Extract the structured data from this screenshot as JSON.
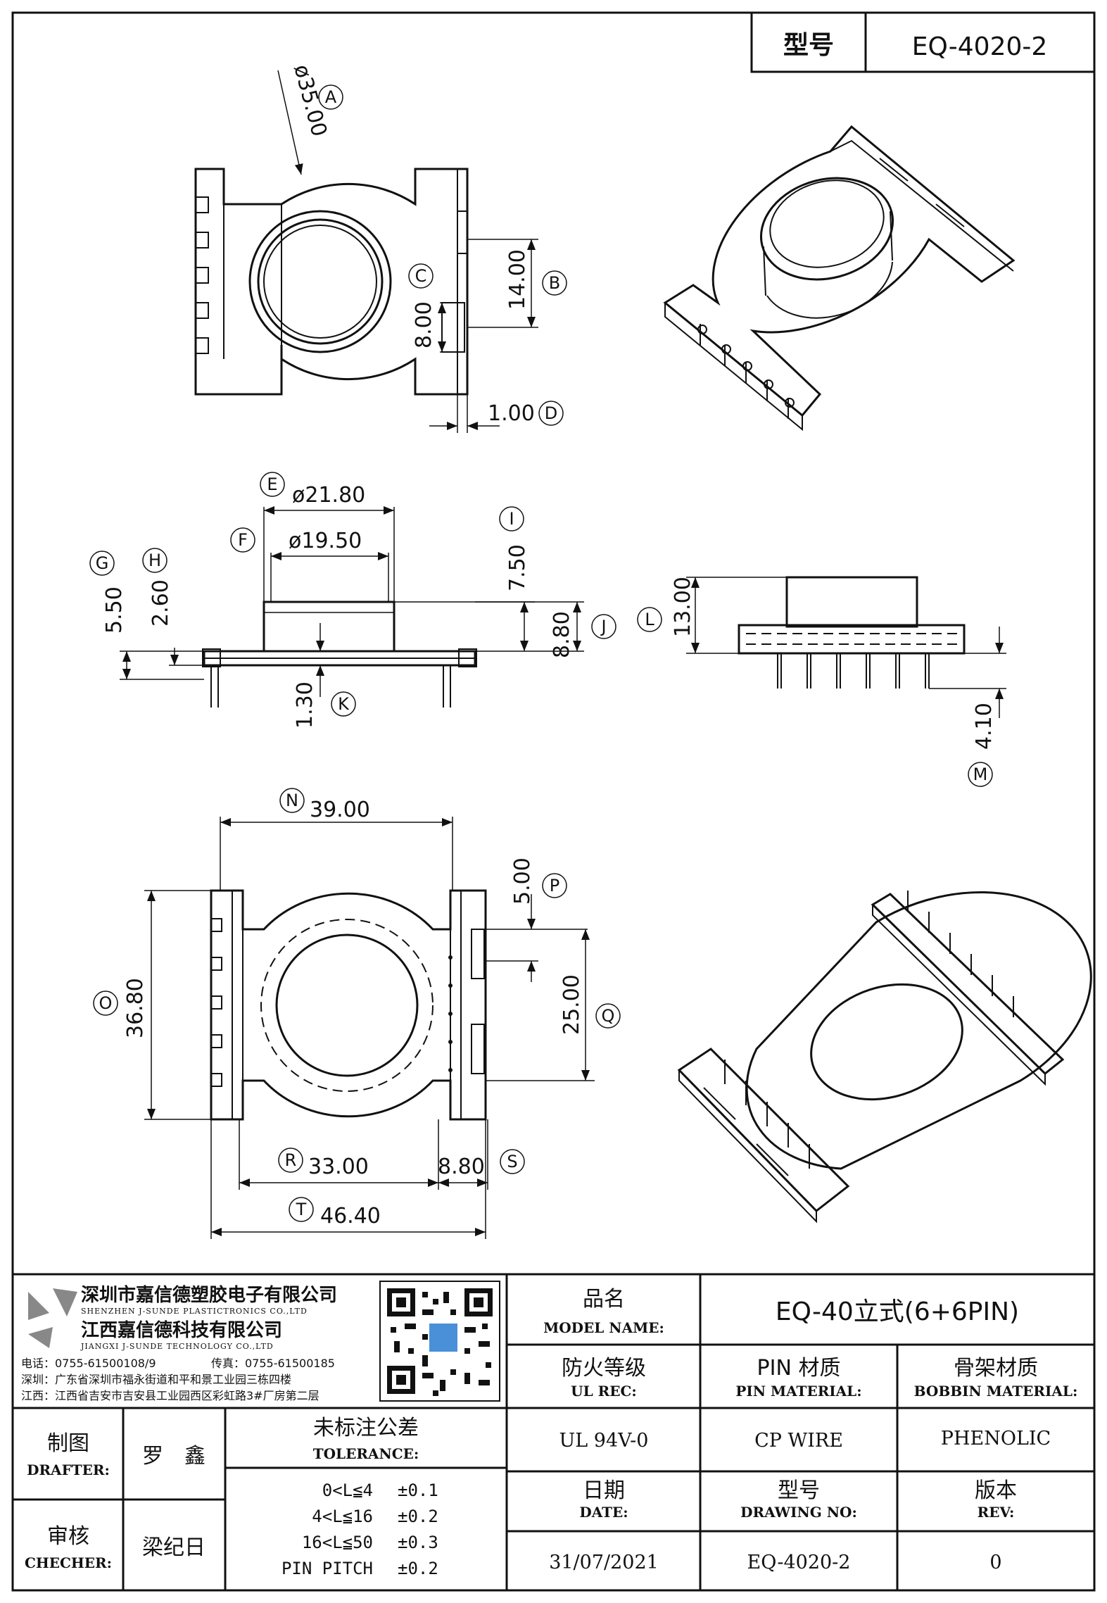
{
  "header": {
    "model_label": "型号",
    "model_value": "EQ-4020-2"
  },
  "dimensions": {
    "A": "ø35.00",
    "B": "14.00",
    "C": "8.00",
    "D": "1.00",
    "E": "ø21.80",
    "F": "ø19.50",
    "G": "5.50",
    "H": "2.60",
    "I": "7.50",
    "J": "8.80",
    "K": "1.30",
    "L": "13.00",
    "M": "4.10",
    "N": "39.00",
    "O": "36.80",
    "P": "5.00",
    "Q": "25.00",
    "R": "33.00",
    "S": "8.80",
    "T": "46.40"
  },
  "balloons": [
    "A",
    "B",
    "C",
    "D",
    "E",
    "F",
    "G",
    "H",
    "I",
    "J",
    "K",
    "L",
    "M",
    "N",
    "O",
    "P",
    "Q",
    "R",
    "S",
    "T"
  ],
  "company": {
    "name_sz_cn": "深圳市嘉信德塑胶电子有限公司",
    "name_sz_en": "SHENZHEN J-SUNDE PLASTICTRONICS CO.,LTD",
    "name_jx_cn": "江西嘉信德科技有限公司",
    "name_jx_en": "JIANGXI J-SUNDE TECHNOLOGY CO.,LTD",
    "tel": "电话：0755-61500108/9",
    "fax": "传真：0755-61500185",
    "addr_sz": "深圳：广东省深圳市福永街道和平和景工业园三栋四楼",
    "addr_jx": "江西：江西省吉安市吉安县工业园西区彩虹路3#厂房第二层"
  },
  "titleblock": {
    "model_name_cn": "品名",
    "model_name_en": "MODEL NAME:",
    "model_name_value": "EQ-40立式(6+6PIN)",
    "ul_cn": "防火等级",
    "ul_en": "UL REC:",
    "ul_value": "UL 94V-0",
    "pin_cn": "PIN 材质",
    "pin_en": "PIN MATERIAL:",
    "pin_value": "CP WIRE",
    "bobbin_cn": "骨架材质",
    "bobbin_en": "BOBBIN MATERIAL:",
    "bobbin_value": "PHENOLIC",
    "drafter_cn": "制图",
    "drafter_en": "DRAFTER:",
    "drafter_value": "罗　鑫",
    "checker_cn": "审核",
    "checker_en": "CHECHER:",
    "checker_value": "梁纪日",
    "tolerance_cn": "未标注公差",
    "tolerance_en": "TOLERANCE:",
    "tolerance_rows": [
      {
        "range": "0<L≦4",
        "value": "±0.1"
      },
      {
        "range": "4<L≦16",
        "value": "±0.2"
      },
      {
        "range": "16<L≦50",
        "value": "±0.3"
      },
      {
        "range": "PIN PITCH",
        "value": "±0.2"
      }
    ],
    "date_cn": "日期",
    "date_en": "DATE:",
    "date_value": "31/07/2021",
    "drawing_cn": "型号",
    "drawing_en": "DRAWING NO:",
    "drawing_value": "EQ-4020-2",
    "rev_cn": "版本",
    "rev_en": "REV:",
    "rev_value": "0"
  }
}
